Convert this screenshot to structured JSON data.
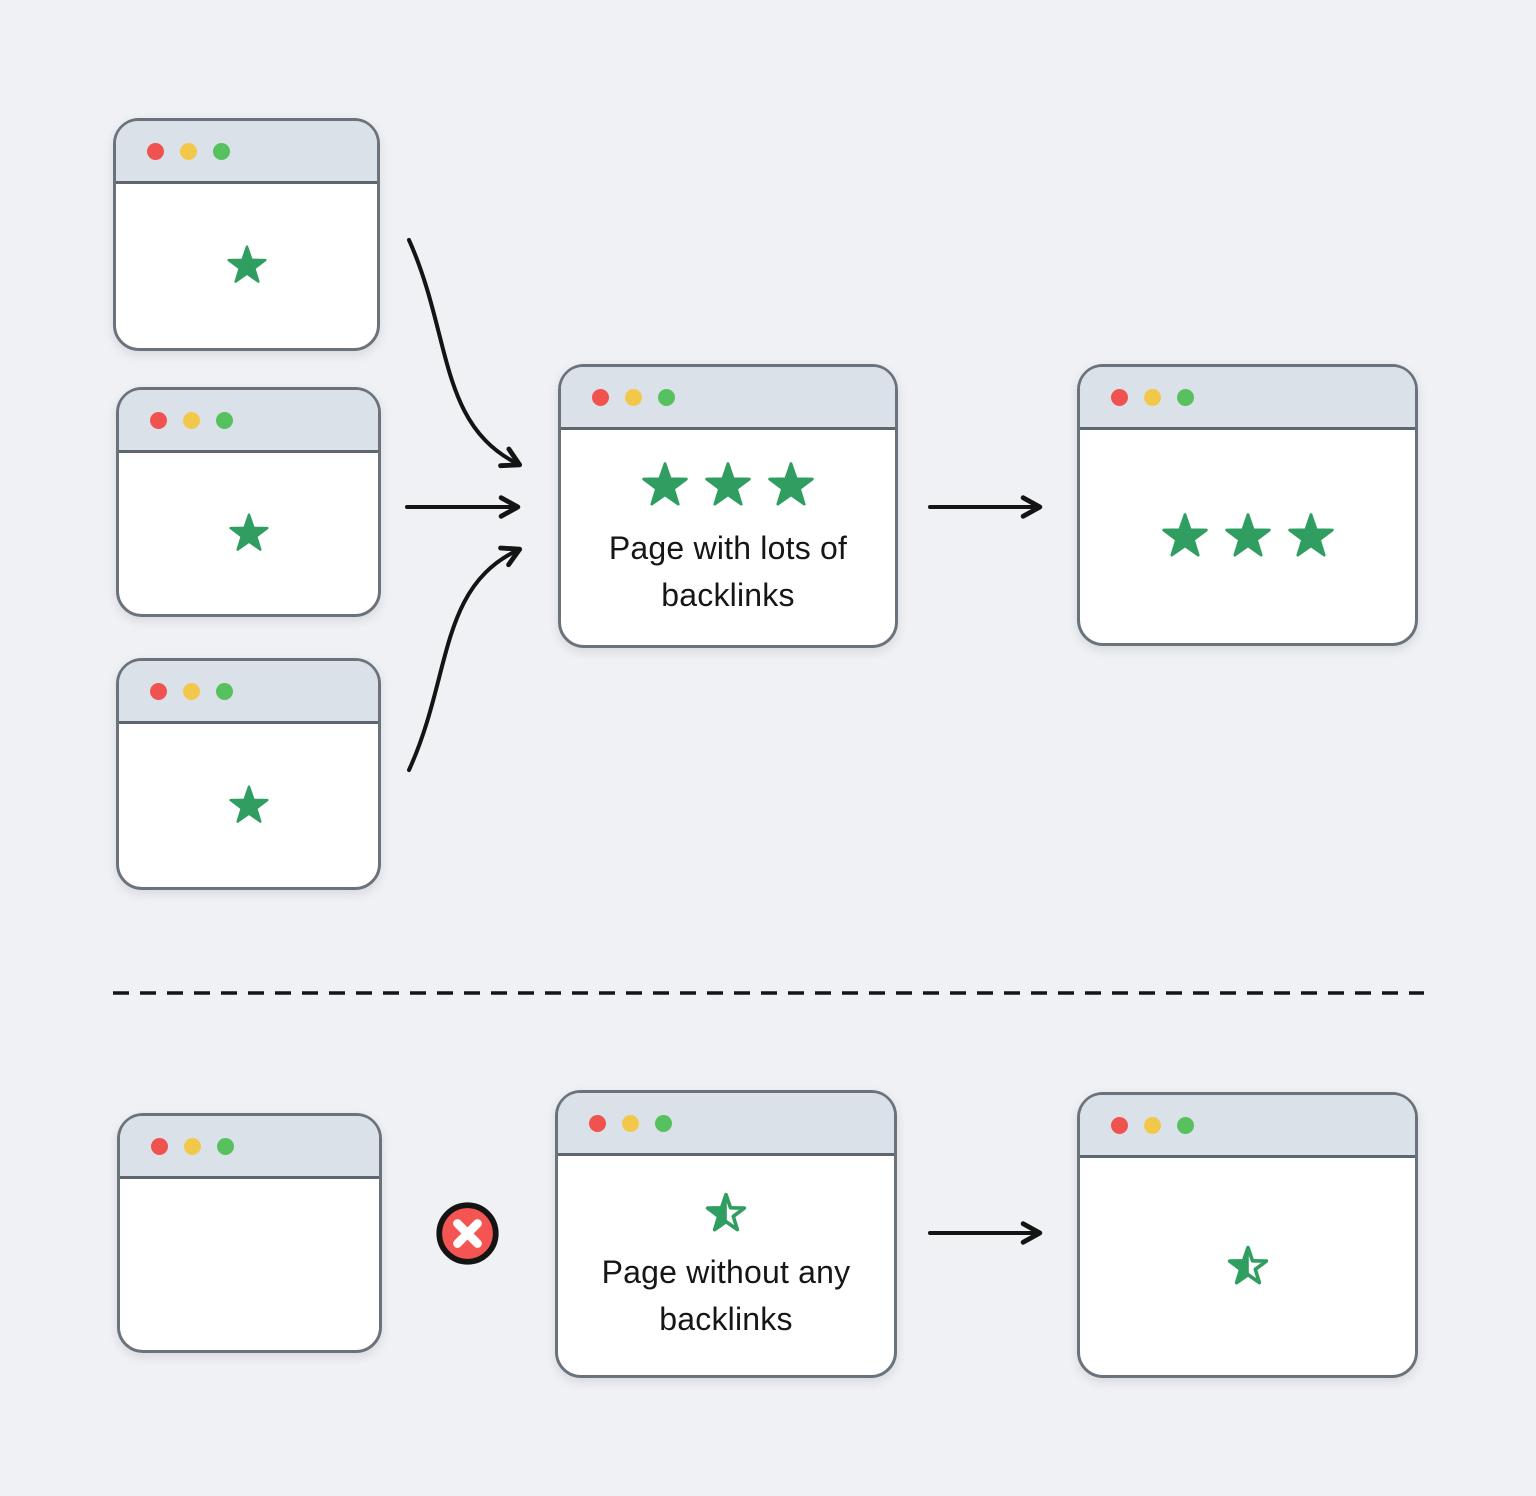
{
  "diagram": {
    "top_section": {
      "source_windows": [
        {
          "stars": {
            "count": 1,
            "style": "filled"
          }
        },
        {
          "stars": {
            "count": 1,
            "style": "filled"
          }
        },
        {
          "stars": {
            "count": 1,
            "style": "filled"
          }
        }
      ],
      "hub_window": {
        "stars": {
          "count": 3,
          "style": "filled"
        },
        "caption_line1": "Page with lots of",
        "caption_line2": "backlinks"
      },
      "result_window": {
        "stars": {
          "count": 3,
          "style": "filled"
        }
      }
    },
    "bottom_section": {
      "source_window": {
        "stars": {
          "count": 0,
          "style": "filled"
        }
      },
      "hub_window": {
        "stars": {
          "count": 1,
          "style": "half"
        },
        "caption_line1": "Page without any",
        "caption_line2": "backlinks"
      },
      "result_window": {
        "stars": {
          "count": 1,
          "style": "half"
        }
      }
    },
    "icons": {
      "window_traffic_lights": [
        "close-dot-icon",
        "minimize-dot-icon",
        "zoom-dot-icon"
      ],
      "star_filled": "star-icon",
      "star_half": "half-star-icon",
      "no_backlinks": "crossed-circle-icon",
      "flow": "arrow-right-icon"
    },
    "colors": {
      "page_background": "#eff1f4",
      "window_background": "#ffffff",
      "titlebar_background": "#dbe1e8",
      "window_border": "#6a737c",
      "dot_red": "#f0534f",
      "dot_yellow": "#f2c84b",
      "dot_green": "#57c15f",
      "star_green": "#2f9e60",
      "connector_black": "#141414",
      "x_badge_fill": "#f45552",
      "x_badge_ring": "#141414",
      "x_badge_cross": "#ffffff",
      "caption_text": "#161616"
    }
  }
}
